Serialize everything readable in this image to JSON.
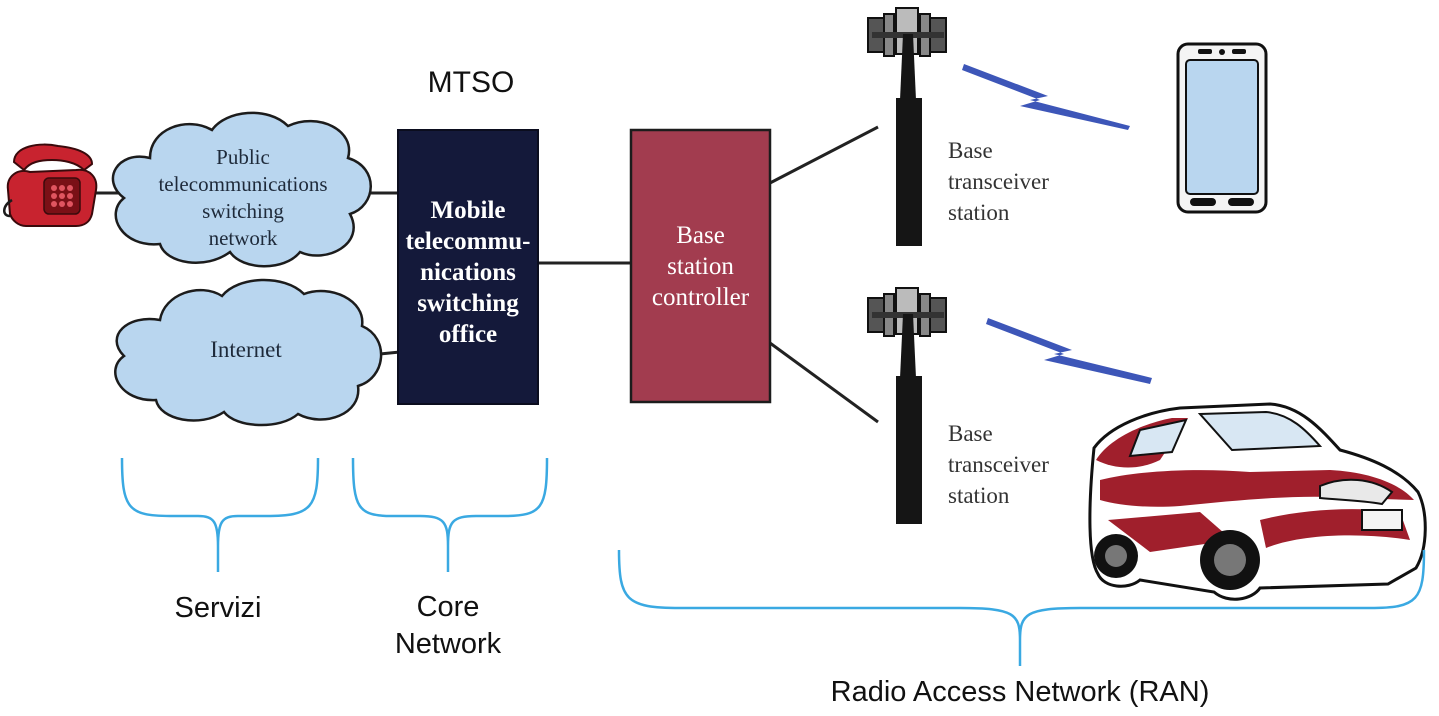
{
  "title": "MTSO",
  "clouds": {
    "pstn": [
      "Public",
      "telecommunications",
      "switching",
      "network"
    ],
    "internet": "Internet"
  },
  "boxes": {
    "mtso": [
      "Mobile",
      "telecommu-",
      "nications",
      "switching",
      "office"
    ],
    "bsc": [
      "Base",
      "station",
      "controller"
    ]
  },
  "bts": {
    "top": [
      "Base",
      "transceiver",
      "station"
    ],
    "bottom": [
      "Base",
      "transceiver",
      "station"
    ]
  },
  "sections": {
    "services": "Servizi",
    "core": [
      "Core",
      "Network"
    ],
    "ran": "Radio Access Network (RAN)"
  },
  "colors": {
    "cloud_fill": "#b9d6ef",
    "mtso_fill": "#14193a",
    "bsc_fill": "#a23c4f",
    "brace": "#3aa9e2",
    "radio_wave": "#3d56b8",
    "phone_red": "#c8232f",
    "car_red": "#a01f2c"
  },
  "icons": [
    "telephone-icon",
    "antenna-tower-icon",
    "smartphone-icon",
    "car-icon"
  ]
}
